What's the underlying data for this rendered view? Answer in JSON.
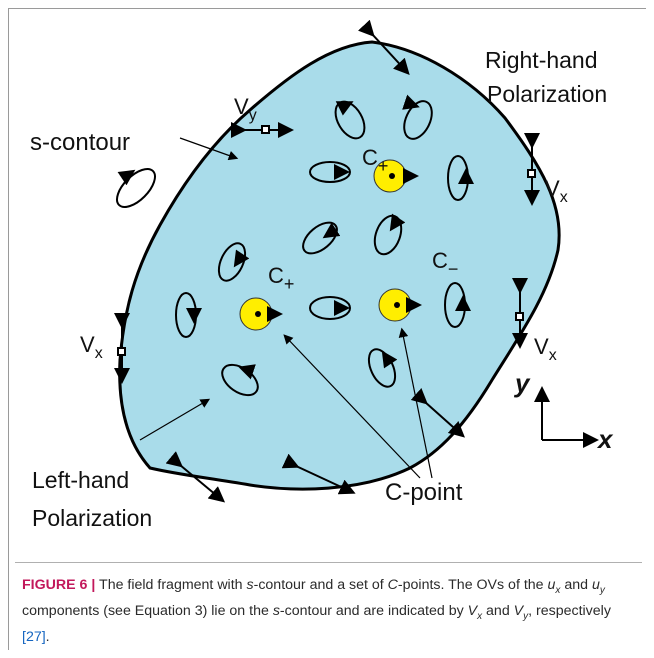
{
  "figure": {
    "labels": {
      "right_hand_line1": "Right-hand",
      "right_hand_line2": "Polarization",
      "s_contour": "s-contour",
      "left_hand_line1": "Left-hand",
      "left_hand_line2": "Polarization",
      "c_point": "C-point",
      "axis_x": "x",
      "axis_y": "y",
      "vy_main": "V",
      "vy_sub": "y",
      "vx_main": "V",
      "vx_sub": "x",
      "cplus_main": "C",
      "cplus_sub": "+",
      "cminus_main": "C",
      "cminus_sub": "−"
    },
    "colors": {
      "fill": "#a9dcea",
      "stroke": "#000000",
      "cpoint": "#ffee00"
    }
  },
  "caption": {
    "label": "FIGURE 6 |",
    "t1": " The field fragment with ",
    "s1": "s",
    "t2": "-contour and a set of ",
    "c1": "C",
    "t3": "-points. The OVs of the ",
    "ux_u": "u",
    "ux_sub": "x",
    "t4": " and ",
    "uy_u": "u",
    "uy_sub": "y",
    "t5": " components (see Equation 3) lie on the ",
    "s2": "s",
    "t6": "-contour and are indicated by ",
    "vx_v": "V",
    "vx_sub": "x",
    "t7": " and ",
    "vy_v": "V",
    "vy_sub": "y",
    "t8": ", respectively ",
    "ref": "[27]",
    "t9": "."
  }
}
